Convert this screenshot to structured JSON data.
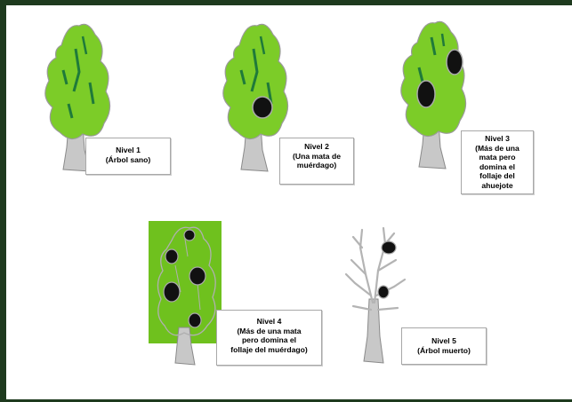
{
  "colors": {
    "frame": "#1e3a1e",
    "foliage": "#7ccc28",
    "foliage_dark": "#1f7a3a",
    "mistletoe": "#111111",
    "trunk": "#bcbcbc",
    "panel_bg": "#6fc11e"
  },
  "levels": [
    {
      "id": 1,
      "title": "Nivel 1",
      "lines": [
        "(Árbol sano)"
      ],
      "mistletoe_clumps": 0
    },
    {
      "id": 2,
      "title": "Nivel 2",
      "lines": [
        "(Una mata de",
        "muérdago)"
      ],
      "mistletoe_clumps": 1
    },
    {
      "id": 3,
      "title": "Nivel 3",
      "lines": [
        "(Más de una",
        "mata  pero",
        "domina el",
        "follaje del",
        "ahuejote"
      ],
      "mistletoe_clumps": 2
    },
    {
      "id": 4,
      "title": "Nivel 4",
      "lines": [
        "(Más de una mata",
        "pero domina el",
        "follaje del muérdago)"
      ],
      "mistletoe_clumps": 5
    },
    {
      "id": 5,
      "title": "Nivel 5",
      "lines": [
        "(Árbol muerto)"
      ],
      "mistletoe_clumps": 2
    }
  ]
}
